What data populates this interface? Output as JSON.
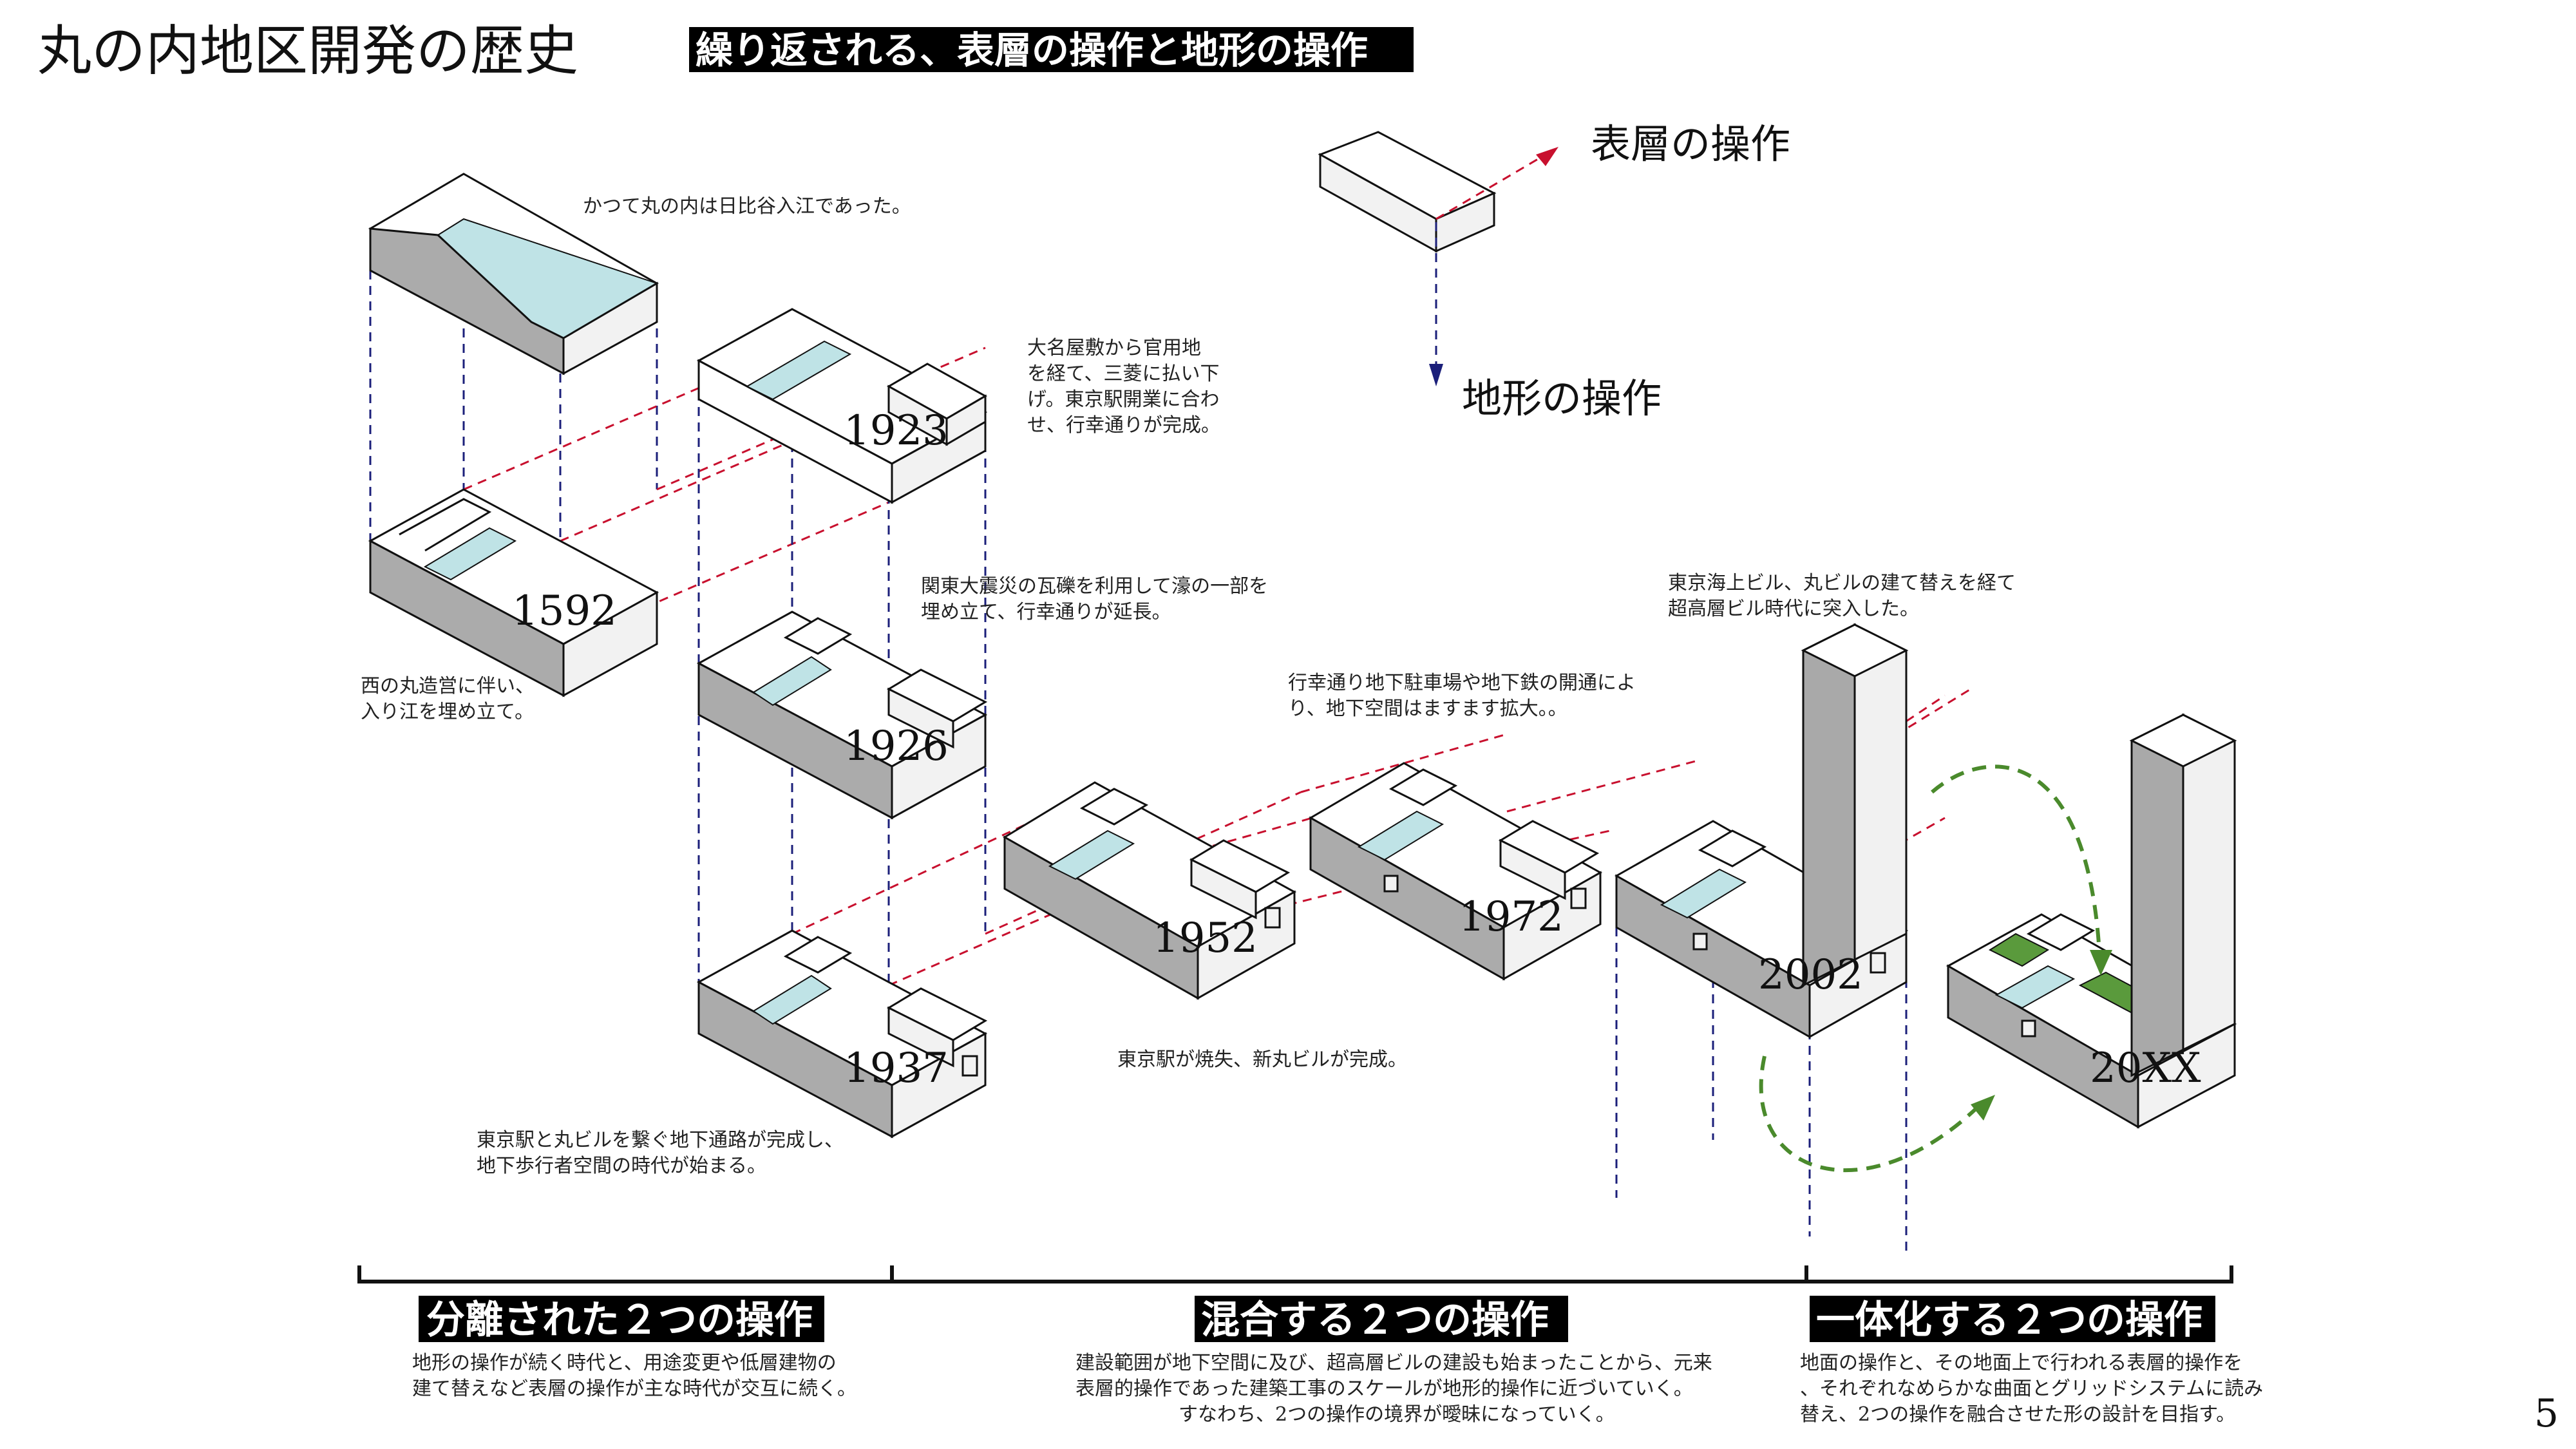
{
  "header": {
    "title": "丸の内地区開発の歴史",
    "subtitle": "繰り返される、表層の操作と地形の操作"
  },
  "legend": {
    "surface": "表層の操作",
    "terrain": "地形の操作"
  },
  "stages": [
    {
      "year": "1592",
      "note": [
        "西の丸造営に伴い、",
        "入り江を埋め立て。"
      ]
    },
    {
      "year": "1923",
      "note": [
        "大名屋敷から官用地",
        "を経て、三菱に払い下",
        "げ。東京駅開業に合わ",
        "せ、行幸通りが完成。"
      ]
    },
    {
      "year": "1926",
      "note": [
        "関東大震災の瓦礫を利用して濠の一部を",
        "埋め立て、行幸通りが延長。"
      ]
    },
    {
      "year": "1937",
      "note": [
        "東京駅と丸ビルを繋ぐ地下通路が完成し、",
        "地下歩行者空間の時代が始まる。"
      ]
    },
    {
      "year": "1952",
      "note": [
        "東京駅が焼失、新丸ビルが完成。"
      ]
    },
    {
      "year": "1972",
      "note": [
        "行幸通り地下駐車場や地下鉄の開通によ",
        "り、地下空間はますます拡大。。"
      ]
    },
    {
      "year": "2002",
      "note": [
        "東京海上ビル、丸ビルの建て替えを経て",
        "超高層ビル時代に突入した。"
      ]
    },
    {
      "year": "20XX",
      "note": []
    }
  ],
  "top_note": "かつて丸の内は日比谷入江であった。",
  "phases": [
    {
      "label": "分離された２つの操作",
      "desc": [
        "地形の操作が続く時代と、用途変更や低層建物の",
        "建て替えなど表層の操作が主な時代が交互に続く。"
      ]
    },
    {
      "label": "混合する２つの操作",
      "desc": [
        "建設範囲が地下空間に及び、超高層ビルの建設も始まったことから、元来",
        "表層的操作であった建築工事のスケールが地形的操作に近づいていく。",
        "すなわち、2つの操作の境界が曖昧になっていく。"
      ]
    },
    {
      "label": "一体化する２つの操作",
      "desc": [
        "地面の操作と、その地面上で行われる表層的操作を",
        "、それぞれなめらかな曲面とグリッドシステムに読み",
        "替え、2つの操作を融合させた形の設計を目指す。"
      ]
    }
  ],
  "page_number": "5",
  "colors": {
    "surface_arrow": "#c8102e",
    "terrain_arrow": "#1b1f7a",
    "water": "#bfe3e6",
    "green": "#5a9a3c"
  }
}
